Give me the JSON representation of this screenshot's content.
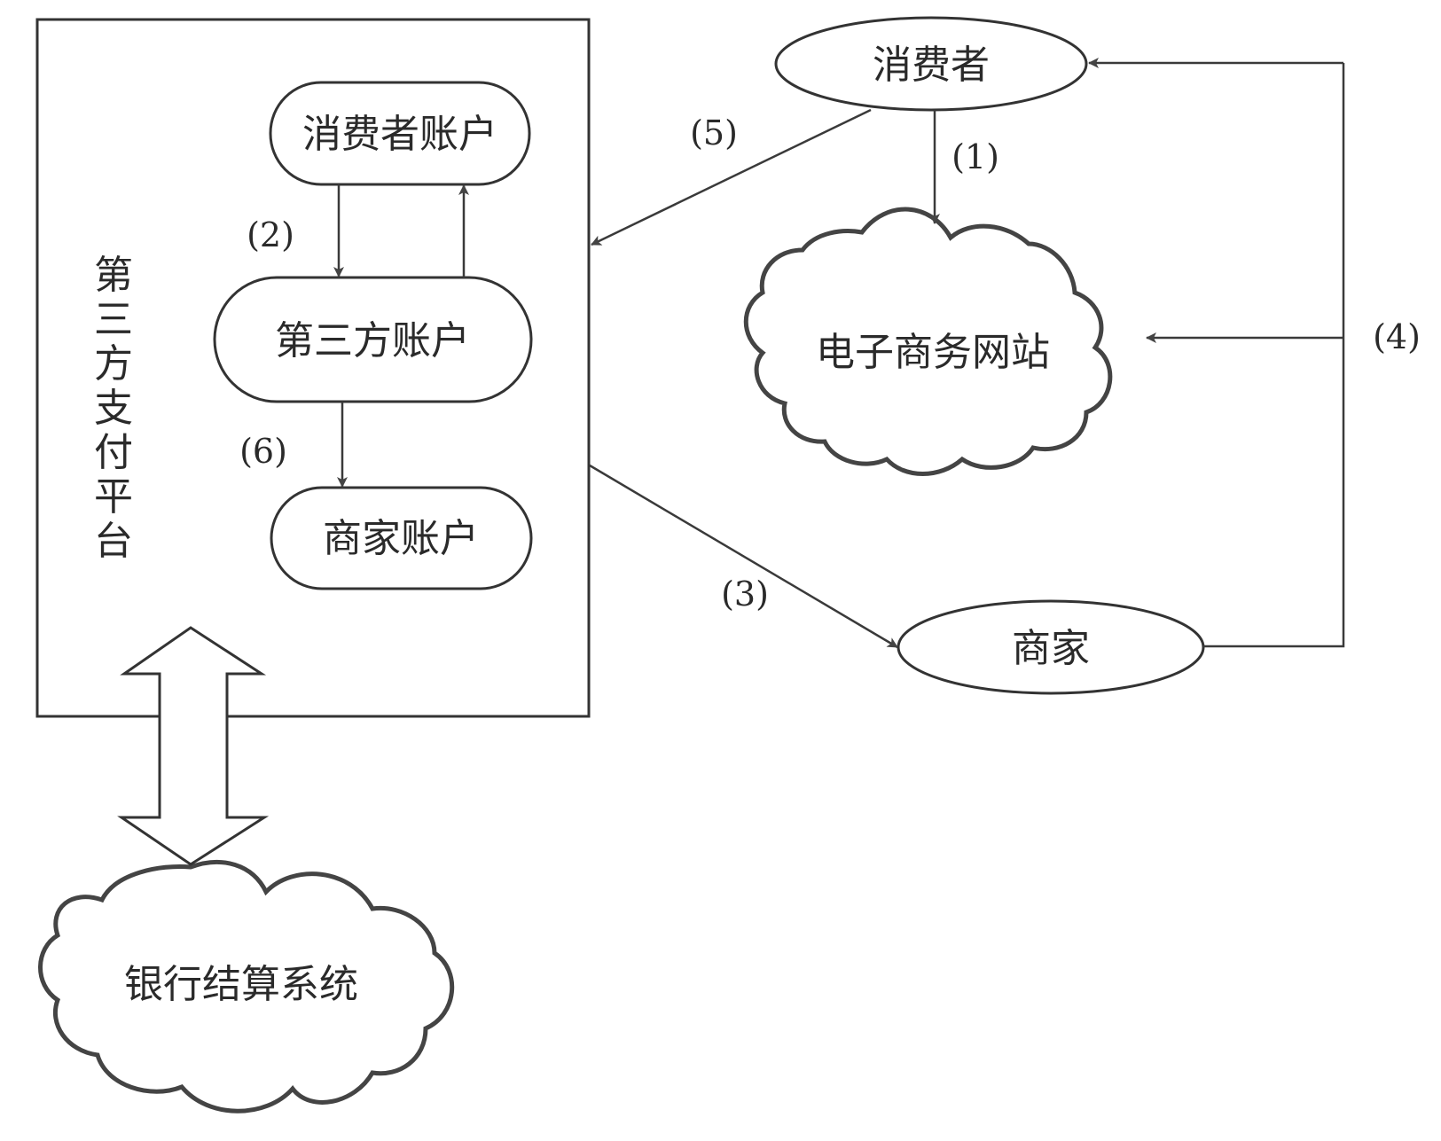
{
  "diagram": {
    "platform": {
      "label": "第三方支付平台",
      "chars": [
        "第",
        "三",
        "方",
        "支",
        "付",
        "平",
        "台"
      ]
    },
    "nodes": {
      "consumer_account": "消费者账户",
      "third_party_account": "第三方账户",
      "merchant_account": "商家账户",
      "consumer": "消费者",
      "ecommerce_site": "电子商务网站",
      "merchant": "商家",
      "bank_system": "银行结算系统"
    },
    "steps": {
      "s1": "(1)",
      "s2": "(2)",
      "s3": "(3)",
      "s4": "(4)",
      "s5": "(5)",
      "s6": "(6)"
    },
    "edges": [
      {
        "from": "consumer",
        "to": "ecommerce_site",
        "step": "(1)"
      },
      {
        "from": "consumer_account",
        "to": "third_party_account",
        "step": "(2)"
      },
      {
        "from": "third_party_account",
        "to": "consumer_account",
        "step": ""
      },
      {
        "from": "third_party_payment_platform",
        "to": "merchant",
        "step": "(3)"
      },
      {
        "from": "merchant",
        "to": "consumer",
        "step": "(4)"
      },
      {
        "from": "merchant",
        "to": "ecommerce_site",
        "step": "(4)"
      },
      {
        "from": "consumer",
        "to": "third_party_payment_platform",
        "step": "(5)"
      },
      {
        "from": "third_party_account",
        "to": "merchant_account",
        "step": "(6)"
      },
      {
        "from": "bank_system",
        "to": "third_party_payment_platform",
        "step": "",
        "bidirectional": true
      }
    ]
  }
}
